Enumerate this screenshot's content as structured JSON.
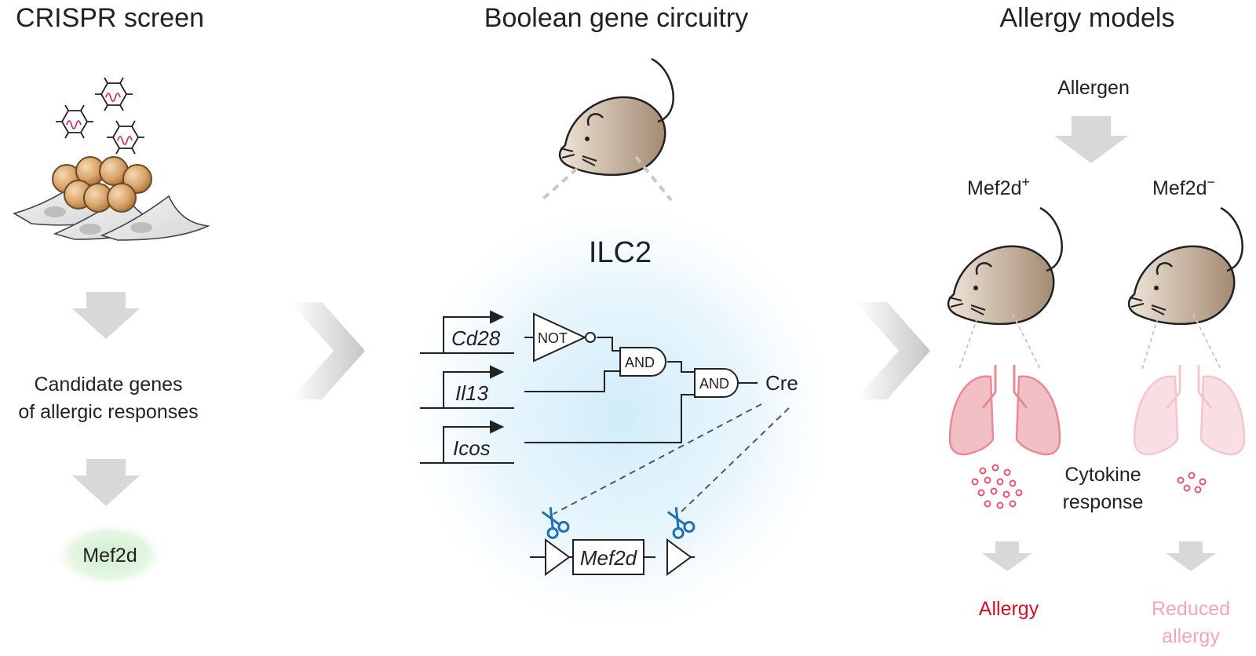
{
  "sections": {
    "screen_title": "CRISPR screen",
    "circuit_title": "Boolean gene circuitry",
    "models_title": "Allergy models"
  },
  "screen": {
    "candidate_line1": "Candidate genes",
    "candidate_line2": "of allergic responses",
    "hit": "Mef2d"
  },
  "circuit": {
    "cell_label": "ILC2",
    "genes": [
      "Cd28",
      "Il13",
      "Icos"
    ],
    "not_gate": "NOT",
    "and_gate_1": "AND",
    "and_gate_2": "AND",
    "output": "Cre",
    "floxed_gene": "Mef2d"
  },
  "models": {
    "allergen": "Allergen",
    "wt_label": "Mef2d",
    "wt_sup": "+",
    "ko_label": "Mef2d",
    "ko_sup": "−",
    "cytokine_line1": "Cytokine",
    "cytokine_line2": "response",
    "outcome_wt": "Allergy",
    "outcome_ko_line1": "Reduced",
    "outcome_ko_line2": "allergy"
  },
  "colors": {
    "allergy": "#d0102a",
    "reduced": "#f2a8b3",
    "lung": "#f7c6cc",
    "scissors": "#1e6fb5",
    "glow": "#d8f0fb"
  }
}
